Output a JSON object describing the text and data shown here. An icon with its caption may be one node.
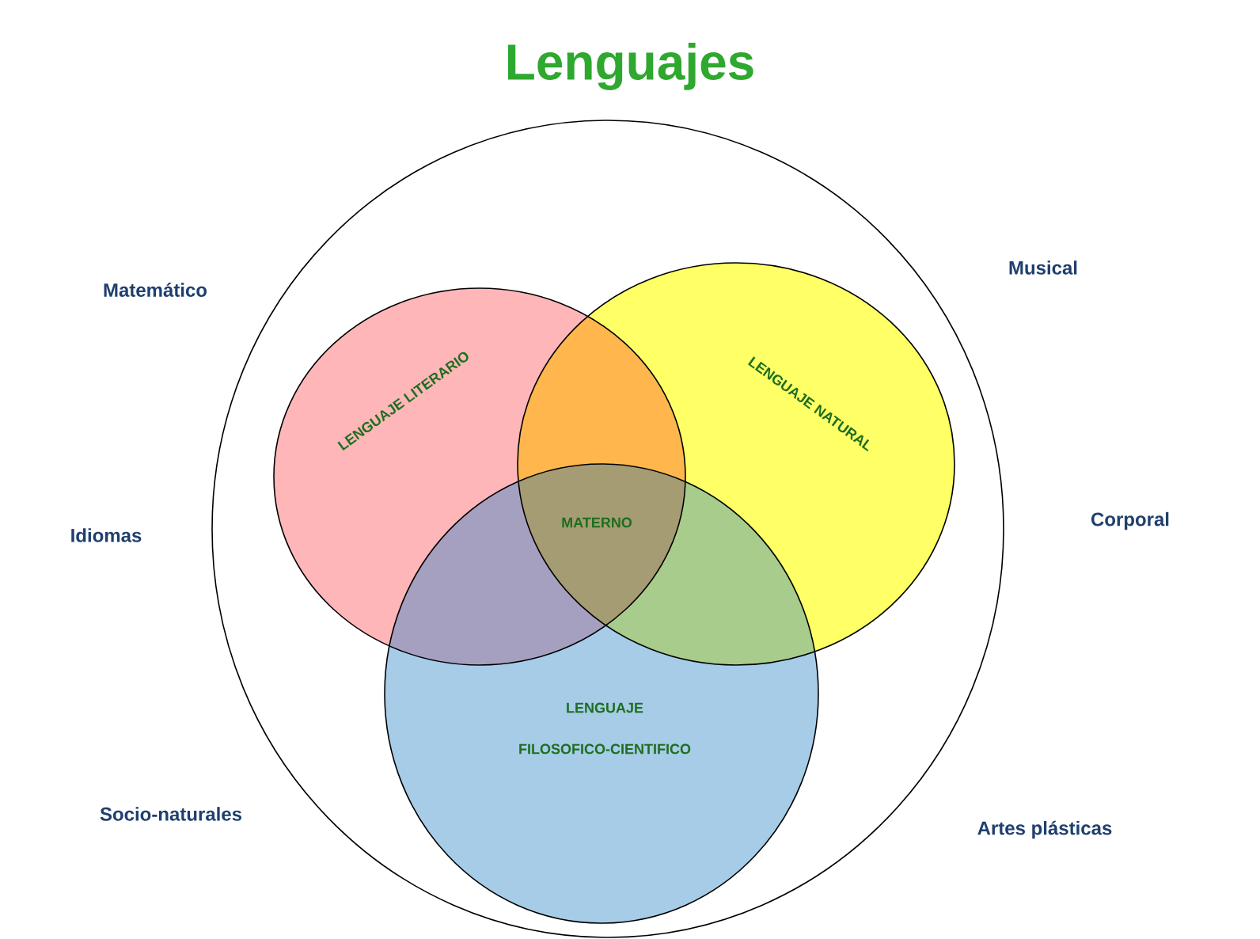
{
  "diagram": {
    "title": "Lenguajes",
    "nodes": [
      {
        "text": [],
        "shape": "circle"
      },
      {
        "text": [
          "LENGUAJE LITERARIO"
        ],
        "in": 0
      },
      {
        "text": [
          "LENGUAJE NATURAL"
        ],
        "in": 0
      },
      {
        "text": [
          "LENGUAJE FILOSOFICO-CIENTIFICO"
        ],
        "in": 0
      }
    ],
    "labels": [
      "Matemático",
      "Musical",
      "Idiomas",
      "Corporal",
      "MATERNO",
      "Socio-naturales",
      "Artes plásticas"
    ]
  }
}
